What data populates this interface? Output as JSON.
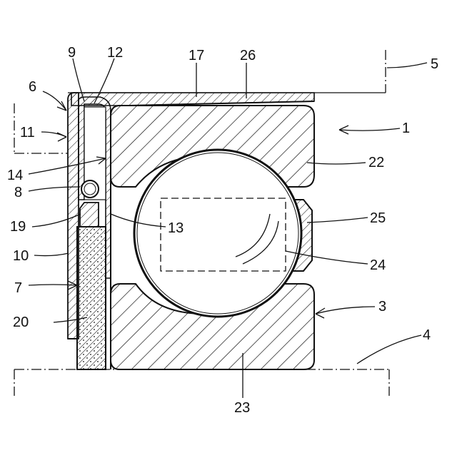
{
  "labels": {
    "l1": "1",
    "l3": "3",
    "l4": "4",
    "l5": "5",
    "l6": "6",
    "l7": "7",
    "l8": "8",
    "l9": "9",
    "l10": "10",
    "l11": "11",
    "l12": "12",
    "l13": "13",
    "l14": "14",
    "l17": "17",
    "l19": "19",
    "l20": "20",
    "l22": "22",
    "l23": "23",
    "l24": "24",
    "l25": "25",
    "l26": "26"
  },
  "colors": {
    "ink": "#111111",
    "paper": "#ffffff"
  }
}
